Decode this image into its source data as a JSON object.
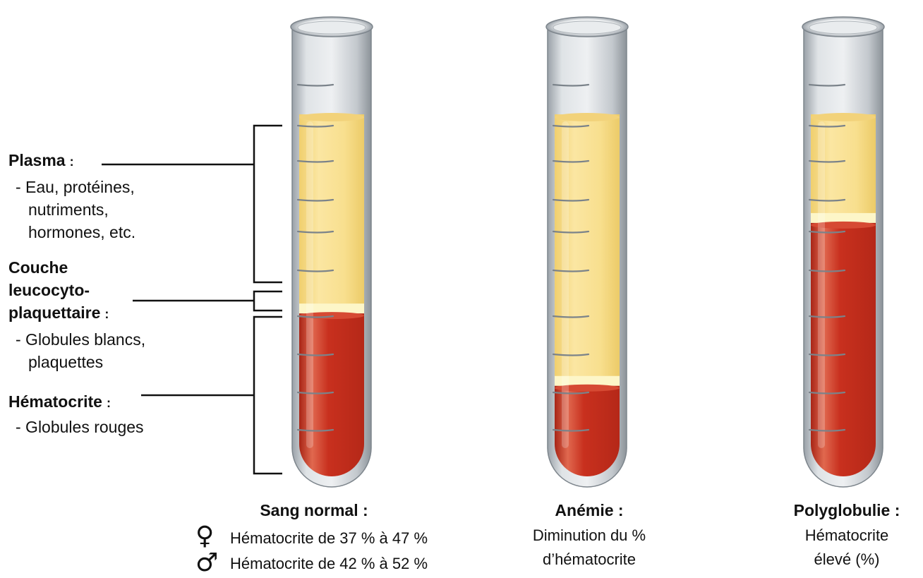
{
  "labels": {
    "plasma": {
      "title": "Plasma",
      "colon": ":",
      "line1": "- Eau, protéines,",
      "line2": "nutriments,",
      "line3": "hormones, etc."
    },
    "buffy": {
      "line1": "Couche",
      "line2": "leucocyto-",
      "line3": "plaquettaire",
      "colon": ":",
      "sub1": "- Globules blancs,",
      "sub2": "plaquettes"
    },
    "hematocrit": {
      "title": "Hématocrite",
      "colon": ":",
      "sub": "- Globules rouges"
    }
  },
  "tubes": [
    {
      "title": "Sang normal :",
      "female_symbol": "♀",
      "male_symbol": "♂",
      "female_line": "Hématocrite de 37 % à 47 %",
      "male_line": "Hématocrite de 42 % à 52 %",
      "hematocrit_fraction": 0.45
    },
    {
      "title": "Anémie :",
      "line1": "Diminution du %",
      "line2": "d’hématocrite",
      "hematocrit_fraction": 0.25
    },
    {
      "title": "Polyglobulie :",
      "line1": "Hématocrite",
      "line2": "élevé (%)",
      "hematocrit_fraction": 0.7
    }
  ],
  "colors": {
    "plasma": "#f6dc85",
    "plasma_light": "#fbeab0",
    "buffy_coat": "#fdf6c8",
    "red_cells": "#c9301f",
    "red_cells_light": "#dd5a45",
    "glass": "#c9ced3",
    "glass_edge": "#8a9198",
    "bracket": "#111111"
  }
}
